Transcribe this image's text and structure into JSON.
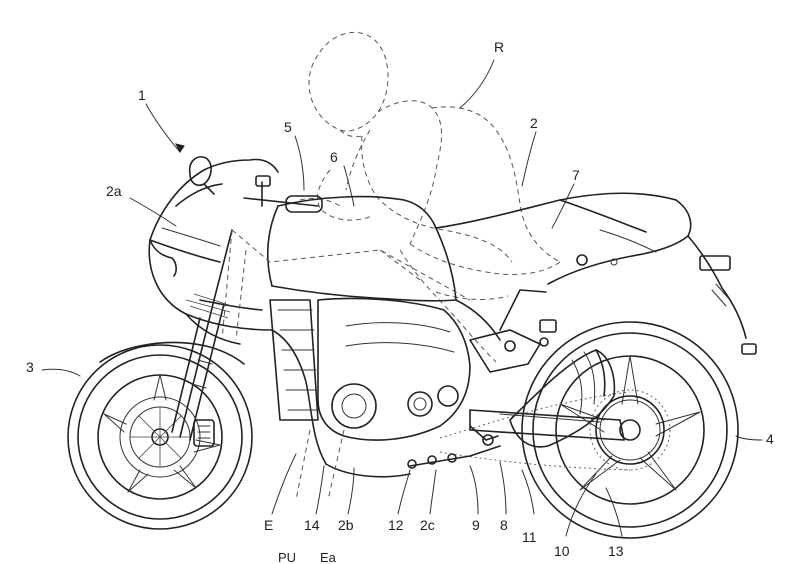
{
  "labels": {
    "l1": "1",
    "lR": "R",
    "l5": "5",
    "l6": "6",
    "l2": "2",
    "l7": "7",
    "l2a": "2a",
    "l3": "3",
    "l4": "4",
    "lE": "E",
    "l14": "14",
    "l2b": "2b",
    "l12": "12",
    "l2c": "2c",
    "l9": "9",
    "l8": "8",
    "l11": "11",
    "l10": "10",
    "l13": "13",
    "lPU": "PU",
    "lEa": "Ea"
  }
}
